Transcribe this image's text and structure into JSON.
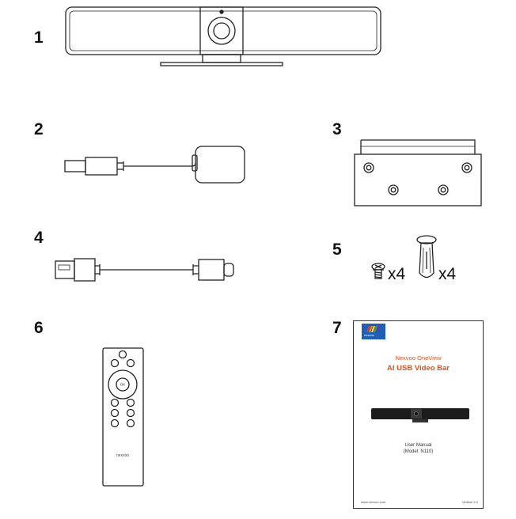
{
  "items": [
    {
      "number": "1",
      "icon": "video-bar-icon"
    },
    {
      "number": "2",
      "icon": "usb-dongle-icon"
    },
    {
      "number": "3",
      "icon": "wall-mount-bracket-icon"
    },
    {
      "number": "4",
      "icon": "usb-cable-icon"
    },
    {
      "number": "5",
      "icon": "screw-and-anchor-icon",
      "screw_qty": "x4",
      "anchor_qty": "x4"
    },
    {
      "number": "6",
      "icon": "remote-control-icon",
      "brand": "nexvoo",
      "ok_label": "OK"
    },
    {
      "number": "7",
      "icon": "user-manual-icon"
    }
  ],
  "manual": {
    "logo_text": "nexvoo",
    "title_line1": "Nexvoo OneView",
    "title_line2": "AI USB Video Bar",
    "subtitle_line1": "User Manual",
    "subtitle_line2": "(Model: N110)",
    "website": "www.nexvoo.com",
    "version": "Version 2.0"
  },
  "colors": {
    "line": "#222222",
    "manual_accent": "#e0531f",
    "logo_bg": "#1f5fb5"
  }
}
